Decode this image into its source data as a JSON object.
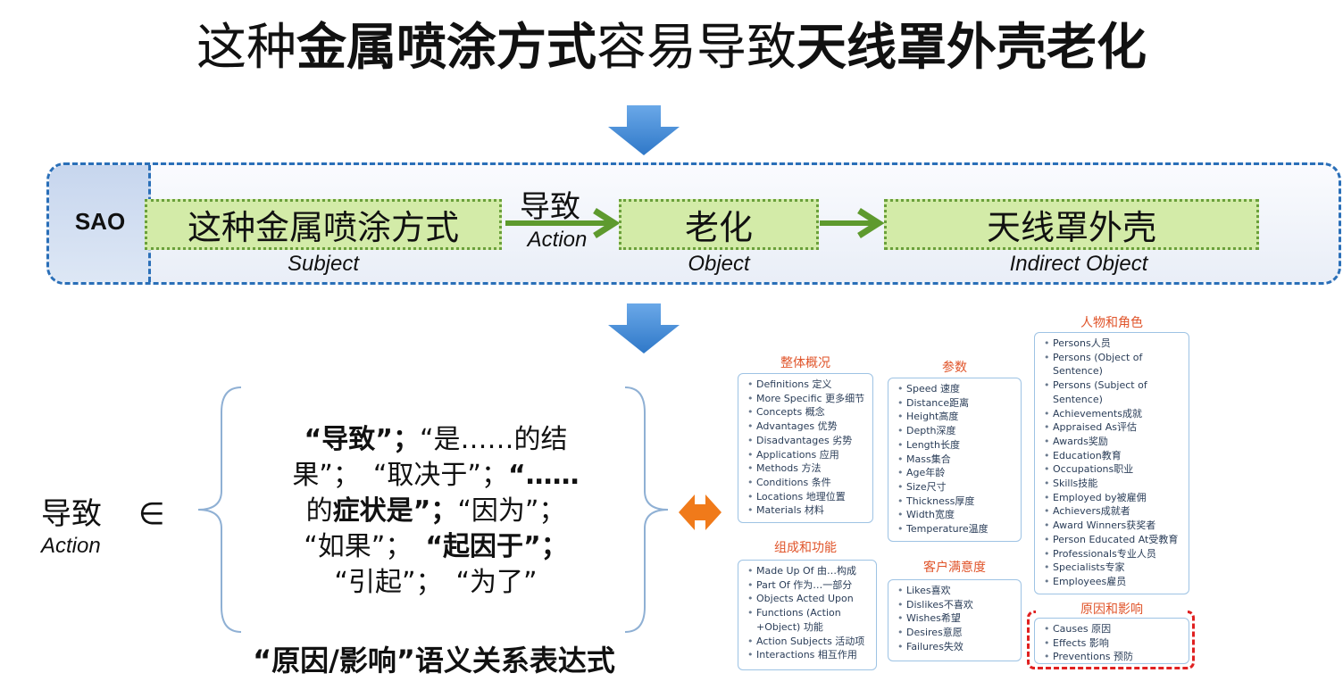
{
  "title": {
    "segments": [
      {
        "text": "这种",
        "bold": false
      },
      {
        "text": "金属喷涂方式",
        "bold": true
      },
      {
        "text": "容易导致",
        "bold": false
      },
      {
        "text": "天线罩外壳老化",
        "bold": true
      }
    ]
  },
  "sao": {
    "label": "SAO",
    "subject": {
      "text": "这种金属喷涂方式",
      "role": "Subject"
    },
    "action": {
      "text": "导致",
      "role": "Action"
    },
    "object": {
      "text": "老化",
      "role": "Object"
    },
    "indirect_object": {
      "text": "天线罩外壳",
      "role": "Indirect Object"
    }
  },
  "relation": {
    "term": "导致",
    "member_symbol": "∈",
    "role": "Action",
    "expressions": [
      [
        {
          "text": "“导致”",
          "bold": true
        },
        {
          "text": "；",
          "bold": true
        },
        {
          "text": "“是……的结",
          "bold": false
        }
      ],
      [
        {
          "text": "果”；　“取决于”；",
          "bold": false
        },
        {
          "text": "“……",
          "bold": true
        }
      ],
      [
        {
          "text": "的",
          "bold": false
        },
        {
          "text": "症状是”；",
          "bold": true
        },
        {
          "text": "“因为”；",
          "bold": false
        }
      ],
      [
        {
          "text": "“如果”；　",
          "bold": false
        },
        {
          "text": "“起因于”；",
          "bold": true
        }
      ],
      [
        {
          "text": "“引起”；　“为了”",
          "bold": false
        }
      ]
    ],
    "caption": "“原因/影响”语义关系表达式"
  },
  "categories": {
    "overview": {
      "title": "整体概况",
      "items": [
        "Definitions 定义",
        "More Specific 更多细节",
        "Concepts 概念",
        "Advantages 优势",
        "Disadvantages 劣势",
        "Applications 应用",
        "Methods 方法",
        "Conditions 条件",
        "Locations 地理位置",
        "Materials 材料"
      ]
    },
    "composition": {
      "title": "组成和功能",
      "items": [
        "Made Up Of 由…构成",
        "Part Of 作为…一部分",
        "Objects Acted Upon",
        "Functions (Action +Object) 功能",
        "Action Subjects 活动项",
        "Interactions 相互作用"
      ]
    },
    "parameters": {
      "title": "参数",
      "items": [
        "Speed 速度",
        "Distance距离",
        "Height高度",
        "Depth深度",
        "Length长度",
        "Mass集合",
        "Age年龄",
        "Size尺寸",
        "Thickness厚度",
        "Width宽度",
        "Temperature温度"
      ]
    },
    "satisfaction": {
      "title": "客户满意度",
      "items": [
        "Likes喜欢",
        "Dislikes不喜欢",
        "Wishes希望",
        "Desires意愿",
        "Failures失效"
      ]
    },
    "people": {
      "title": "人物和角色",
      "items": [
        "Persons人员",
        "Persons (Object of Sentence)",
        "Persons (Subject of Sentence)",
        "Achievements成就",
        "Appraised As评估",
        "Awards奖励",
        "Education教育",
        "Occupations职业",
        "Skills技能",
        "Employed by被雇佣",
        "Achievers成就者",
        "Award Winners获奖者",
        "Person Educated At受教育",
        "Professionals专业人员",
        "Specialists专家",
        "Employees雇员"
      ]
    },
    "cause_effect": {
      "title": "原因和影响",
      "items": [
        "Causes 原因",
        "Effects 影响",
        "Preventions 预防"
      ]
    }
  },
  "colors": {
    "panel_border": "#2a6fb8",
    "green_fill": "#d3eba8",
    "green_border": "#6aa03a",
    "arrow_green": "#5e9a2e",
    "arrow_blue": "#4a90d9",
    "orange": "#f07a1a",
    "highlight_red": "#e02020",
    "category_title": "#e0542a"
  }
}
